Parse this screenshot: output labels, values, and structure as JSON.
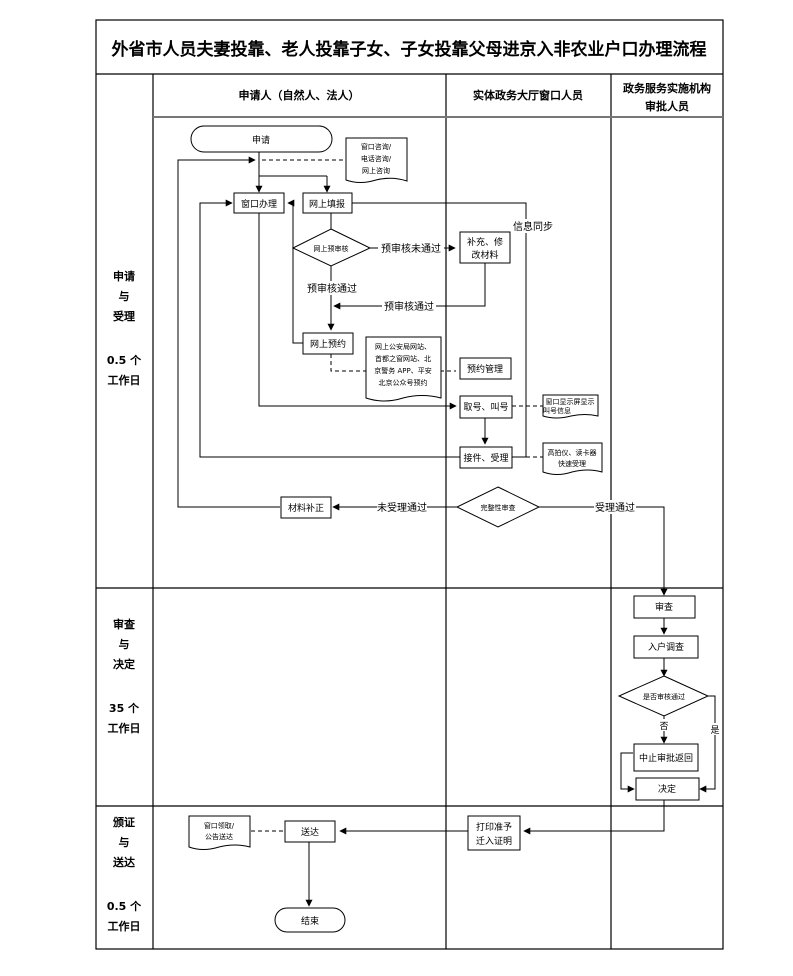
{
  "title": "外省市人员夫妻投靠、老人投靠子女、子女投靠父母进京入非农业户口办理流程",
  "lanes": {
    "applicant": "申请人（自然人、法人）",
    "window_staff": "实体政务大厅窗口人员",
    "approver_line1": "政务服务实施机构",
    "approver_line2": "审批人员"
  },
  "phases": [
    {
      "name_lines": [
        "申请",
        "与",
        "受理"
      ],
      "duration_lines": [
        "0.5 个",
        "工作日"
      ]
    },
    {
      "name_lines": [
        "审查",
        "与",
        "决定"
      ],
      "duration_lines": [
        "35 个",
        "工作日"
      ]
    },
    {
      "name_lines": [
        "颁证",
        "与",
        "送达"
      ],
      "duration_lines": [
        "0.5 个",
        "工作日"
      ]
    }
  ],
  "nodes": {
    "start": "申请",
    "window_handle": "窗口办理",
    "online_fill": "网上填报",
    "online_precheck": "网上预审核",
    "supplement_line1": "补充、修",
    "supplement_line2": "改材料",
    "online_booking": "网上预约",
    "booking_mgmt": "预约管理",
    "take_number": "取号、叫号",
    "receive": "接件、受理",
    "completeness_check": "完整性审查",
    "material_fix": "材料补正",
    "review": "审查",
    "household_survey": "入户调查",
    "review_pass_q": "是否审核通过",
    "stop_return": "中止审批返回",
    "decision": "决定",
    "print_line1": "打印准予",
    "print_line2": "迁入证明",
    "deliver": "送达",
    "end": "结束"
  },
  "documents": {
    "consult": [
      "窗口咨询/",
      "电话咨询/",
      "网上咨询"
    ],
    "booking_channels": [
      "网上公安局网站、",
      "首都之窗网站、北",
      "京警务 APP、平安",
      "北京公众号预约"
    ],
    "screen_display": [
      "窗口显示屏显示",
      "叫号信息"
    ],
    "fast_accept": [
      "高拍仪、读卡器",
      "快速受理"
    ],
    "pickup": [
      "窗口领取/",
      "公告送达"
    ]
  },
  "edge_labels": {
    "precheck_fail": "预审核未通过",
    "precheck_pass_down": "预审核通过",
    "precheck_pass_back": "预审核通过",
    "info_sync": "信息同步",
    "not_accepted": "未受理通过",
    "accepted": "受理通过",
    "no": "否",
    "yes": "是"
  }
}
